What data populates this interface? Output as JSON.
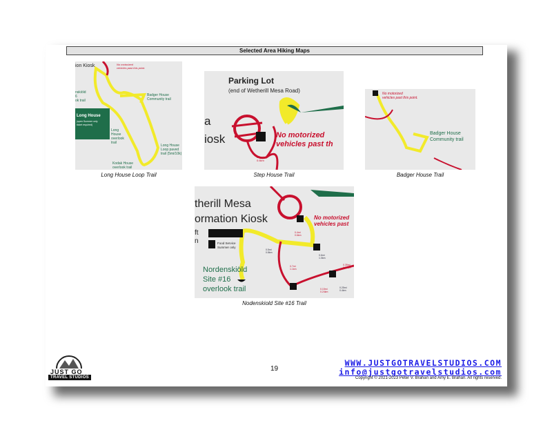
{
  "header": {
    "title": "Selected Area Hiking Maps"
  },
  "maps": [
    {
      "caption": "Long House Loop Trail",
      "labels": [
        "ion Kiosk",
        "No motorized",
        "vehicles past this point.",
        "Badger House",
        "Community trail",
        "Long House",
        "(open Summer only",
        "ticket required)",
        "Long",
        "House",
        "overlook",
        "trail",
        "Long House",
        "Loop paved",
        "trail (5mi/10k)",
        "Kodak House",
        "overlook trail",
        "nskiöld",
        "6",
        "ok trail"
      ]
    },
    {
      "caption": "Step House Trail",
      "labels": [
        "Parking Lot",
        "(end of Wetherill Mesa Road)",
        "a",
        "iosk",
        "No motorized",
        "vehicles past th",
        "0.4mi",
        "0.6km"
      ]
    },
    {
      "caption": "Badger House Trail",
      "labels": [
        "No motorized",
        "vehicles past this point.",
        "Badger House",
        "Community trail"
      ]
    },
    {
      "caption": "Nodenskiold Site #16 Trail",
      "labels": [
        "therill Mesa",
        "ormation Kiosk",
        "No motorized",
        "vehicles past",
        "Food Service",
        "Summer only",
        "Nordenskiöld",
        "Site #16",
        "overlook trail",
        "ft",
        "n",
        "0.4mi",
        "0.6km",
        "0.5mi",
        "0.8km",
        "0.7mi",
        "1.1km",
        "0.6mi",
        "1.0km",
        "0.35mi",
        "0.56km",
        "0.15mi",
        "0.24km",
        "0.25mi",
        "0.4km"
      ]
    }
  ],
  "footer": {
    "page_number": "19",
    "website": "WWW.JUSTGOTRAVELSTUDIOS.COM",
    "email": "info@justgotravelstudios.com",
    "copyright": "Copyright © 2021-2023 Peter V. Brahan and Amy E. Brahan.  All rights reserved.",
    "logo_text": "JUST GO",
    "logo_sub": "TRAVEL STUDIOS"
  },
  "colors": {
    "trail_red": "#c8102e",
    "highlight": "#f2ea2a",
    "park_green": "#1f6e4a",
    "link": "#1a1ae6"
  }
}
